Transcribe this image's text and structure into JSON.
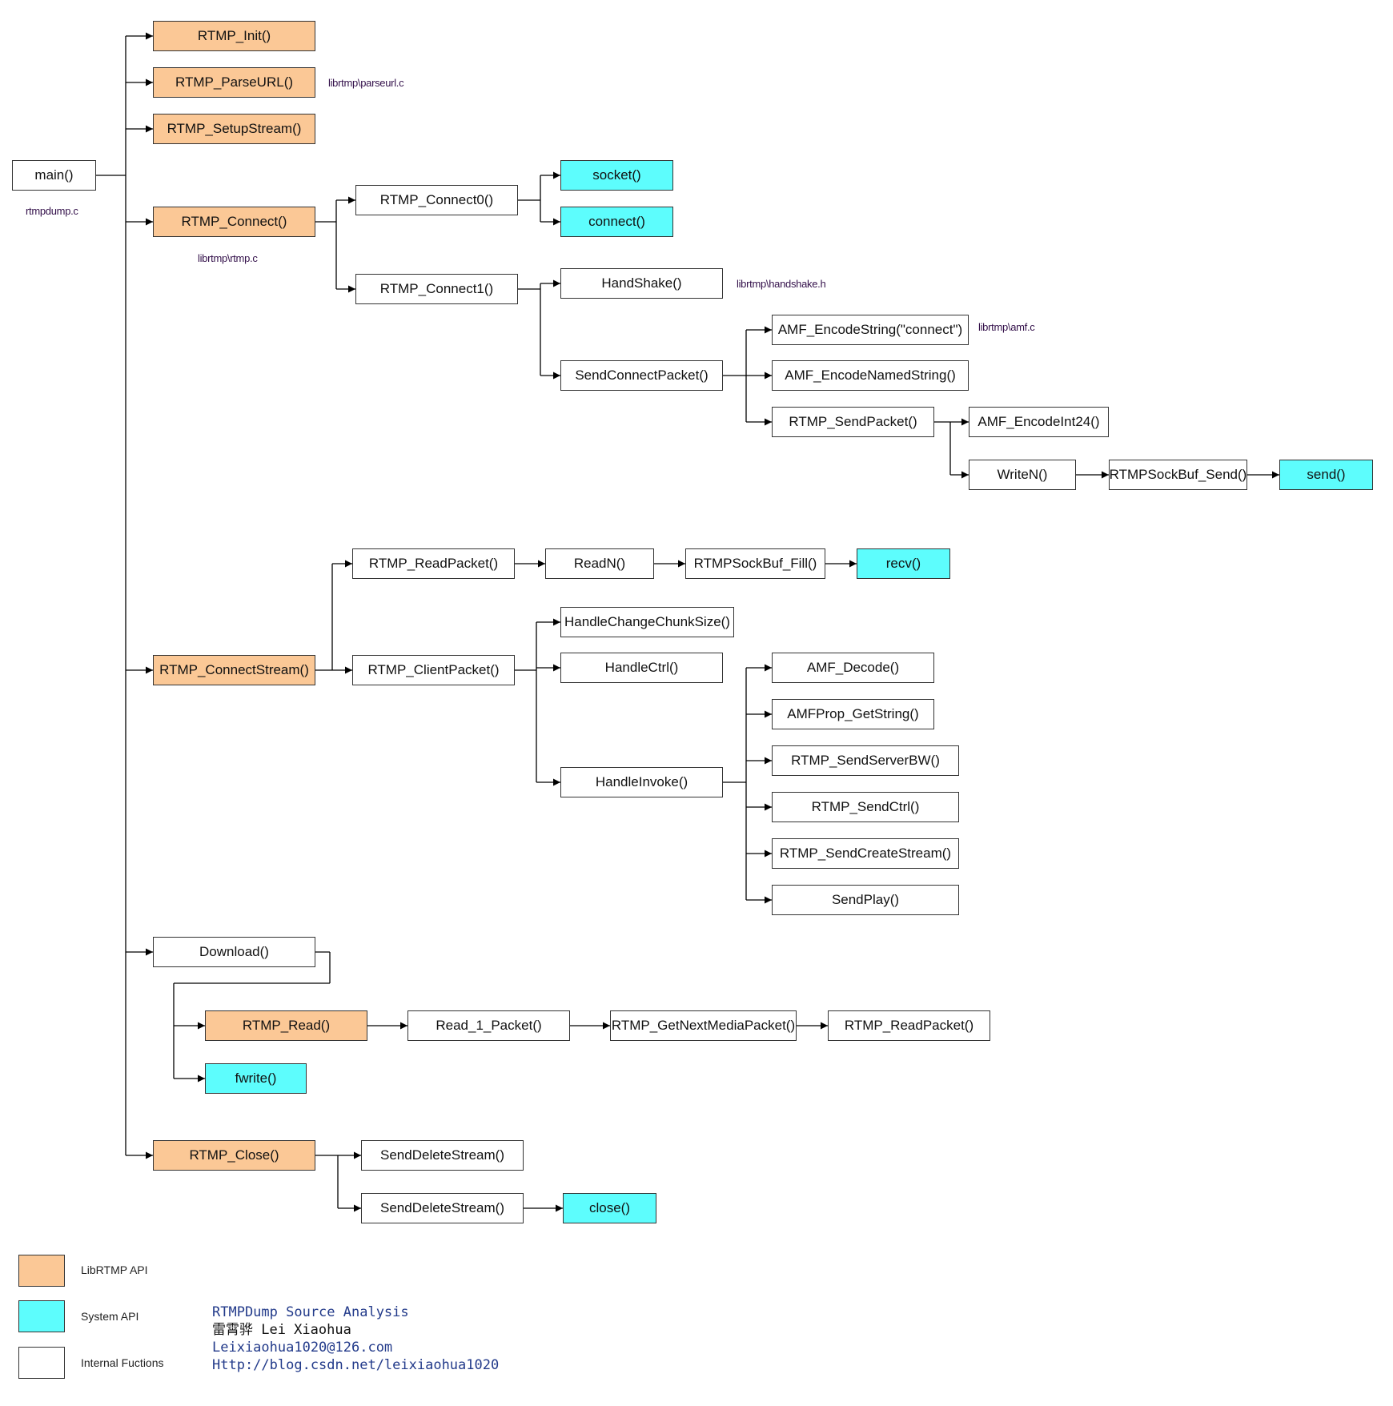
{
  "colors": {
    "lib": "#fbc896",
    "sys": "#5dfdfd",
    "internal": "#ffffff",
    "line": "#000000"
  },
  "functions": {
    "main": "main()",
    "rtmp_init": "RTMP_Init()",
    "rtmp_parseurl": "RTMP_ParseURL()",
    "rtmp_setupstream": "RTMP_SetupStream()",
    "rtmp_connect": "RTMP_Connect()",
    "rtmp_connect0": "RTMP_Connect0()",
    "socket": "socket()",
    "connect": "connect()",
    "rtmp_connect1": "RTMP_Connect1()",
    "handshake": "HandShake()",
    "sendconnectpacket": "SendConnectPacket()",
    "amf_encodestring": "AMF_EncodeString(\"connect\")",
    "amf_encodenamedstring": "AMF_EncodeNamedString()",
    "rtmp_sendpacket": "RTMP_SendPacket()",
    "amf_encodeint24": "AMF_EncodeInt24()",
    "writen": "WriteN()",
    "rtmpsockbuf_send": "RTMPSockBuf_Send()",
    "send": "send()",
    "rtmp_connectstream": "RTMP_ConnectStream()",
    "rtmp_readpacket": "RTMP_ReadPacket()",
    "readn": "ReadN()",
    "rtmpsockbuf_fill": "RTMPSockBuf_Fill()",
    "recv": "recv()",
    "rtmp_clientpacket": "RTMP_ClientPacket()",
    "handlechangechunksize": "HandleChangeChunkSize()",
    "handlectrl": "HandleCtrl()",
    "handleinvoke": "HandleInvoke()",
    "amf_decode": "AMF_Decode()",
    "amfprop_getstring": "AMFProp_GetString()",
    "rtmp_sendserverbw": "RTMP_SendServerBW()",
    "rtmp_sendctrl": "RTMP_SendCtrl()",
    "rtmp_sendcreatestream": "RTMP_SendCreateStream()",
    "sendplay": "SendPlay()",
    "download": "Download()",
    "rtmp_read": "RTMP_Read()",
    "read_1_packet": "Read_1_Packet()",
    "rtmp_getnextmediapacket": "RTMP_GetNextMediaPacket()",
    "rtmp_readpacket2": "RTMP_ReadPacket()",
    "fwrite": "fwrite()",
    "rtmp_close": "RTMP_Close()",
    "senddeletestream1": "SendDeleteStream()",
    "senddeletestream2": "SendDeleteStream()",
    "close": "close()"
  },
  "notes": {
    "rtmpdump_c": "rtmpdump.c",
    "parseurl_c": "librtmp\\parseurl.c",
    "rtmp_c": "librtmp\\rtmp.c",
    "handshake_h": "librtmp\\handshake.h",
    "amf_c": "librtmp\\amf.c"
  },
  "legend": {
    "lib": "LibRTMP API",
    "sys": "System API",
    "internal": "Internal Fuctions"
  },
  "credits": {
    "title": "RTMPDump Source Analysis",
    "author": "雷霄骅 Lei Xiaohua",
    "email": "Leixiaohua1020@126.com",
    "url": "Http://blog.csdn.net/leixiaohua1020"
  }
}
